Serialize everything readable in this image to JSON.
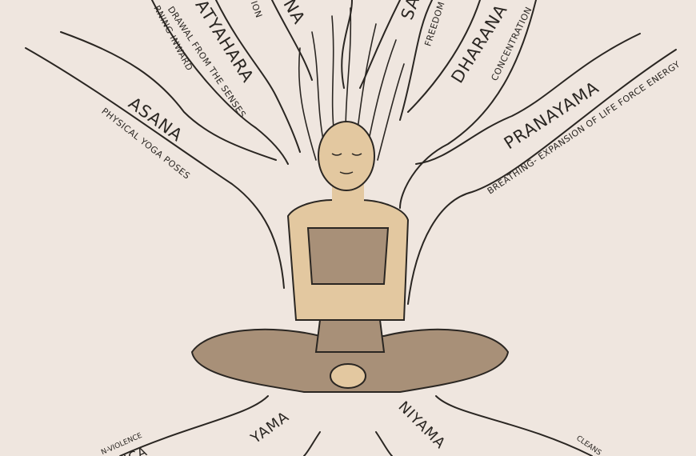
{
  "colors": {
    "background": "#efe6df",
    "ink": "#2a2622",
    "skin": "#e3c8a0",
    "clothing": "#a89078"
  },
  "limbs": {
    "dhyana_partial": {
      "name": "NA",
      "desc": "ION"
    },
    "pratyahara": {
      "name": "ATYAHARA",
      "desc_line1": "DRAWAL FROM THE SENSES",
      "desc_line2": "RNING INWARD"
    },
    "asana": {
      "name": "ASANA",
      "desc": "PHYSICAL YOGA POSES"
    },
    "samadhi_partial": {
      "name": "SA",
      "desc": "FREEDOM"
    },
    "dharana": {
      "name": "DHARANA",
      "desc": "CONCENTRATION"
    },
    "pranayama": {
      "name": "PRANAYAMA",
      "desc": "BREATHING- EXPANSION OF LIFE FORCE ENERGY"
    },
    "yama": {
      "name": "YAMA",
      "sub_desc": "N-VIOLENCE",
      "sub_name": "ICA"
    },
    "niyama": {
      "name": "NIYAMA",
      "sub_desc": "CLEANS"
    }
  }
}
